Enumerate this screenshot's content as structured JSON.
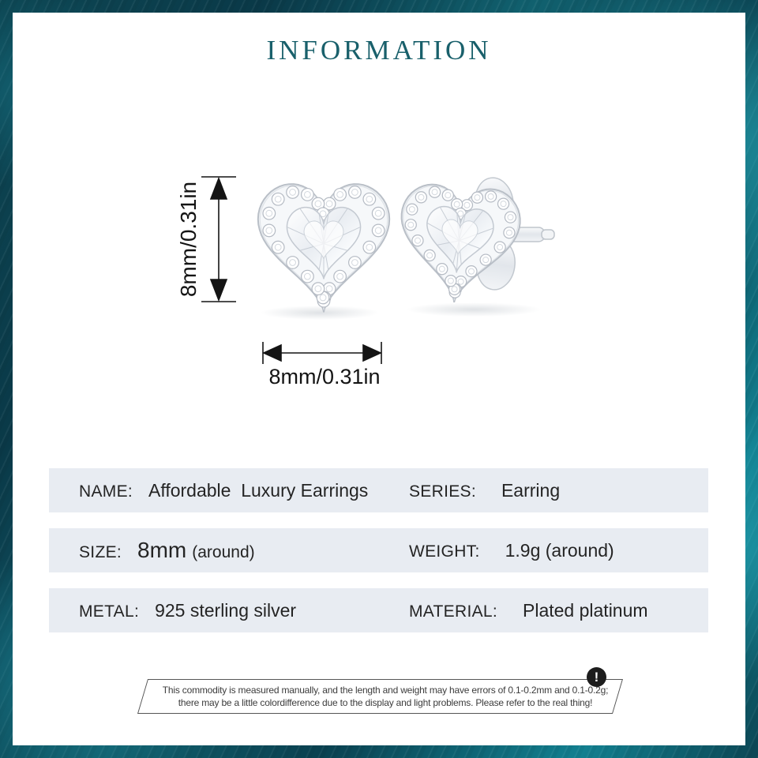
{
  "title": "INFORMATION",
  "figure": {
    "vertical_dimension_label": "8mm/0.31in",
    "horizontal_dimension_label": "8mm/0.31in"
  },
  "table": {
    "rows": [
      {
        "left": {
          "label": "NAME:",
          "value": "Affordable  Luxury Earrings"
        },
        "right": {
          "label": "SERIES:",
          "value": "Earring"
        }
      },
      {
        "left": {
          "label": "SIZE:",
          "value_big": "8mm",
          "value_small": "(around)"
        },
        "right": {
          "label": "WEIGHT:",
          "value": "1.9g (around)"
        }
      },
      {
        "left": {
          "label": "METAL:",
          "value": "925 sterling silver"
        },
        "right": {
          "label": "MATERIAL:",
          "value": "Plated platinum"
        }
      }
    ]
  },
  "disclaimer": {
    "line1": "This commodity is measured manually, and the length and weight may have errors of 0.1-0.2mm and 0.1-0.2g;",
    "line2": "there may be a little colordifference due to the display and light problems. Please refer to the real thing!",
    "icon_glyph": "!"
  },
  "colors": {
    "title_teal": "#19606b",
    "frame_teal": "#0c4b59",
    "row_background": "#e8ecf2",
    "warning_badge": "#1d1d1d"
  }
}
